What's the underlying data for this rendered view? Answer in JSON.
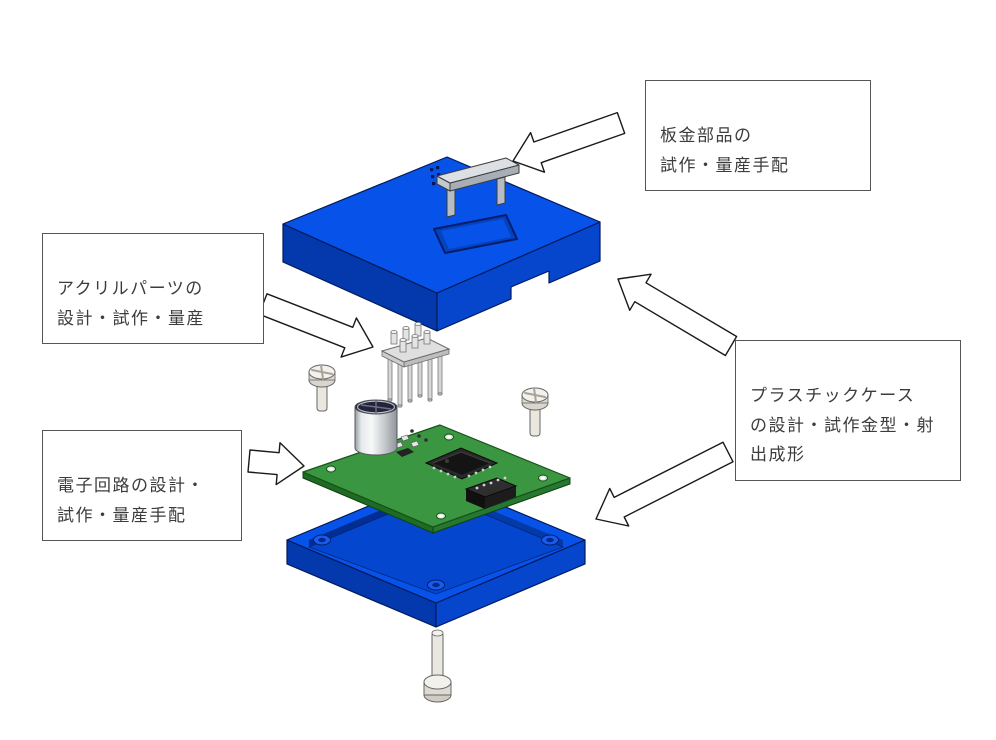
{
  "page": {
    "background": "#FFFFFF"
  },
  "colors": {
    "case_top": "#0753EA",
    "case_left": "#0339AC",
    "case_right": "#0546CC",
    "pcb_top": "#3A9640",
    "arrow_fill": "#FFFFFF",
    "arrow_outline": "#1A1A1A",
    "label_border": "#555555",
    "text": "#3C3C3C",
    "background": "#FFFFFF"
  },
  "diagram": {
    "name": "product-exploded-view",
    "labels": {
      "sheet_metal": {
        "text": "板金部品の\n試作・量産手配"
      },
      "acrylic": {
        "text": "アクリルパーツの\n設計・試作・量産"
      },
      "circuit": {
        "text": "電子回路の設計・\n試作・量産手配"
      },
      "plastic_case": {
        "text": "プラスチックケース\nの設計・試作金型・射\n出成形"
      }
    },
    "parts": [
      "sheet-metal-bracket",
      "plastic-top-case",
      "acrylic-light-pipes",
      "screw",
      "circuit-board",
      "capacitor",
      "ic-chip",
      "connector",
      "plastic-bottom-case"
    ]
  }
}
